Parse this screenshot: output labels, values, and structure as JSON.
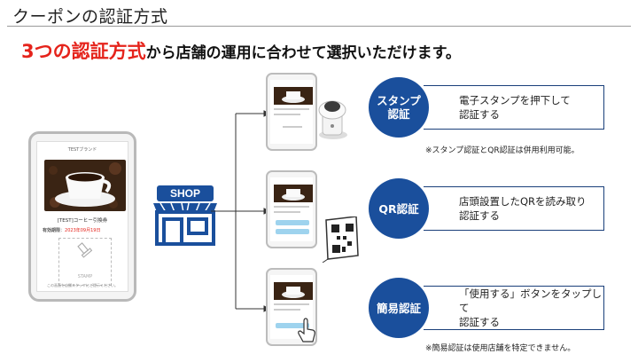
{
  "slide": {
    "title": "クーポンの認証方式",
    "subtitle_highlight": "3つの認証方式",
    "subtitle_rest": "から店舗の運用に合わせて選択いただけます。"
  },
  "big_phone": {
    "brand": "TESTブランド",
    "coupon_name": "[TEST]コーヒー引換券",
    "period_label": "有効期限",
    "period_value": "2023年09月19日",
    "stamp_label": "STAMP",
    "note": "この画面を店舗スタッフにご提示ください。"
  },
  "shop": {
    "label": "SHOP"
  },
  "methods": [
    {
      "name": "スタンプ\n認証",
      "description": "電子スタンプを押下して\n認証する",
      "note": "※スタンプ認証とQR認証は併用利用可能。"
    },
    {
      "name": "QR認証",
      "description": "店頭設置したQRを読み取り\n認証する",
      "note": ""
    },
    {
      "name": "簡易認証",
      "description": "「使用する」ボタンをタップして\n認証する",
      "note": "※簡易認証は使用店舗を特定できません。"
    }
  ],
  "colors": {
    "accent_red": "#e5231b",
    "brand_blue": "#1a4f9c",
    "box_border": "#1a3f7a"
  }
}
